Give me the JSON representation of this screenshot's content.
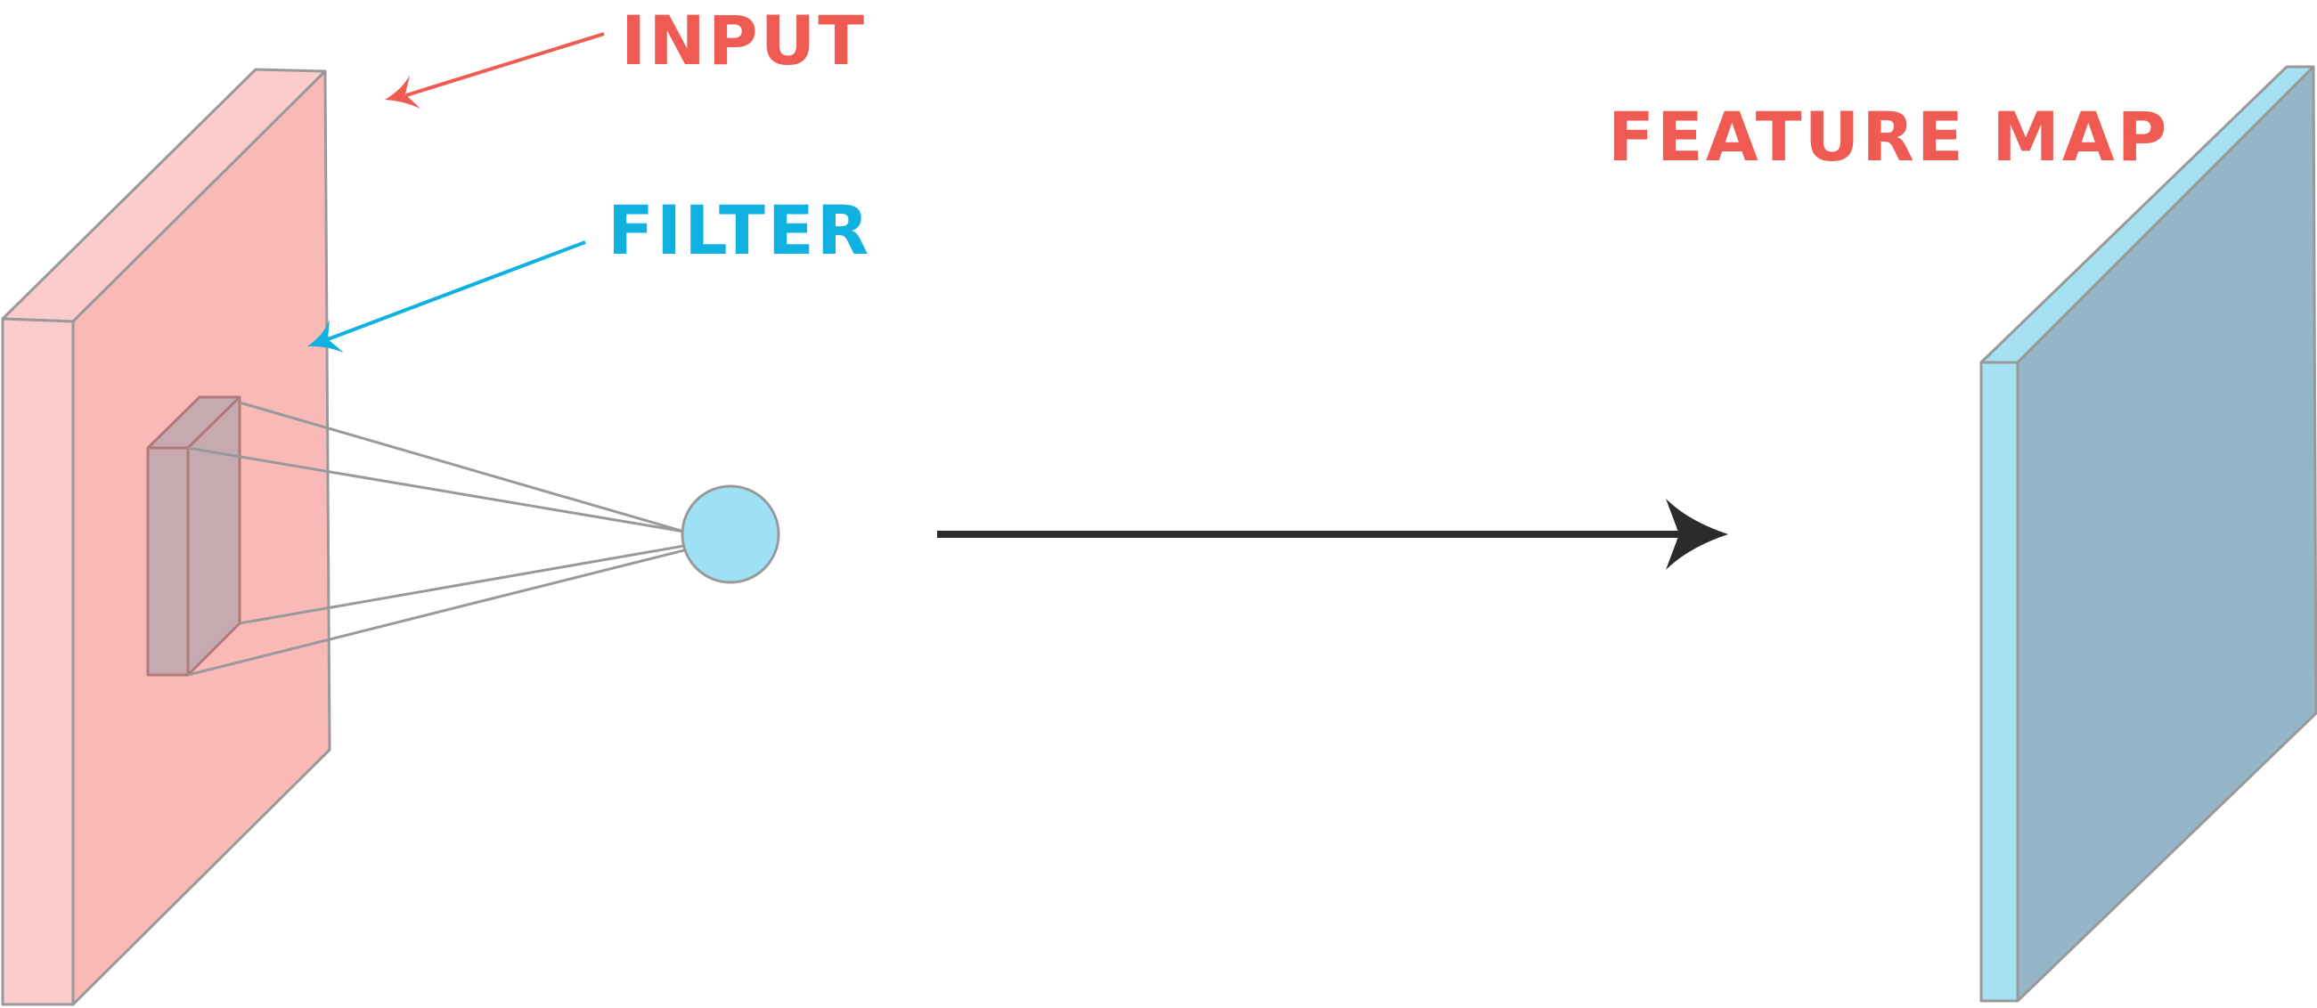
{
  "labels": {
    "input": "INPUT",
    "filter": "FILTER",
    "feature_map": "FEATURE MAP"
  },
  "colors": {
    "input_label": "#ef5a52",
    "filter_label": "#0fb1e0",
    "feature_map_label": "#ef5a52",
    "input_front": "#f9bab7",
    "input_side": "#fbcccb",
    "filter_kernel": "#c7a9b0",
    "neuron": "#9ee1f5",
    "feature_front": "#95b5c8",
    "feature_side": "#a6e0f3",
    "outline": "#999999",
    "arrow": "#2b2b2b"
  }
}
